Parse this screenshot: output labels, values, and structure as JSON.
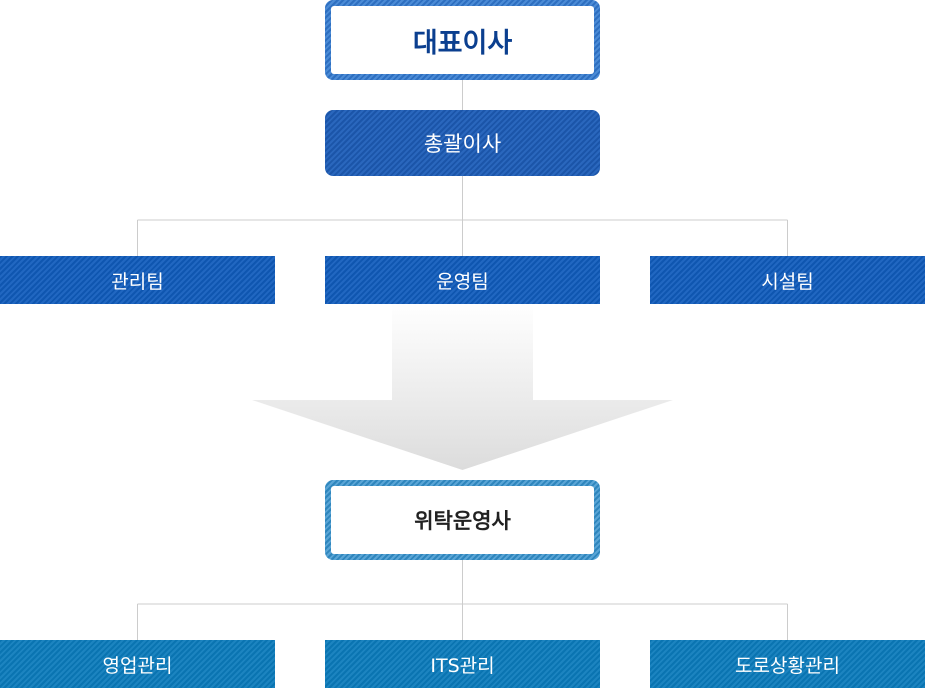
{
  "executives": {
    "ceo": "대표이사",
    "general_director": "총괄이사"
  },
  "teams": [
    "관리팀",
    "운영팀",
    "시설팀"
  ],
  "operator": "위탁운영사",
  "departments": [
    "영업관리",
    "ITS관리",
    "도로상황관리"
  ],
  "colors": {
    "primary_blue": "#1b5db5",
    "department_blue": "#0a74b1",
    "connector_gray": "#cccccc"
  }
}
